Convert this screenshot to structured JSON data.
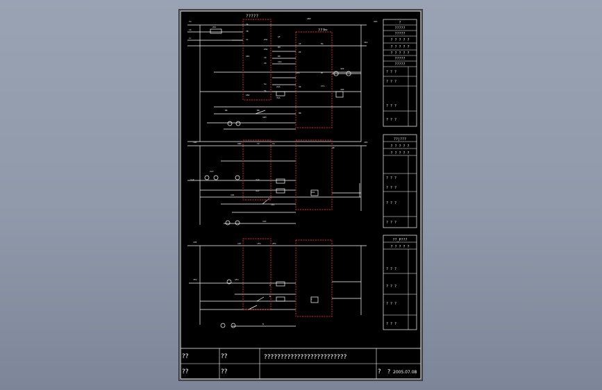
{
  "sections": [
    {
      "title": "?????",
      "box_title": "???",
      "labels": [
        "Ia",
        "Ib",
        "Ic",
        "ZK1",
        "3A",
        "3B",
        "3C",
        "SB1",
        "SB2",
        "ZH1",
        "ZH2",
        "1D",
        "2D",
        "Sa",
        "YA",
        "QF",
        "KM",
        "RD",
        "1SA",
        "2SA",
        "3SA",
        "1YA",
        "2YA",
        "1K",
        "2K",
        "3K",
        "HR",
        "HG",
        "HY",
        "600",
        "300",
        "420",
        "1KA",
        "2KA",
        "MK",
        "MR",
        "1KM",
        "2KM",
        "1RD",
        "2RD",
        "TV",
        "TA",
        "XB",
        "1LP",
        "2LP",
        "3LP",
        "4LP",
        "101",
        "102",
        "103",
        "104",
        "105",
        "106",
        "107",
        "1FU",
        "2FU",
        "3FU",
        "4FU",
        "A",
        "B",
        "C",
        "N"
      ],
      "side_header": "?",
      "side_rows": [
        "?????",
        "?????",
        "? ? ? ? ?",
        "? ? ? ? ?",
        "? ? ? ? ?",
        "?????",
        "?????",
        "? ? ?",
        "? ? ?",
        "? ? ?",
        "? ? ?"
      ]
    },
    {
      "side_header": "??|???",
      "side_rows": [
        "? ? ? ? ?",
        "? ? ? ? ?",
        "? ? ?",
        "? ? ?",
        "? ? ?",
        "? ? ?"
      ]
    },
    {
      "side_header": "??_P???",
      "side_rows": [
        "? ? ? ? ?",
        "? ? ?",
        "? ? ?",
        "? ? ?",
        "? ? ?"
      ]
    }
  ],
  "title_block": {
    "cell_1": "??",
    "cell_2": "??",
    "cell_3": "??",
    "cell_4": "??",
    "drawing_title": "?????????????????????????",
    "cell_5": "?",
    "cell_6": "?",
    "date": "2005.07.08"
  }
}
